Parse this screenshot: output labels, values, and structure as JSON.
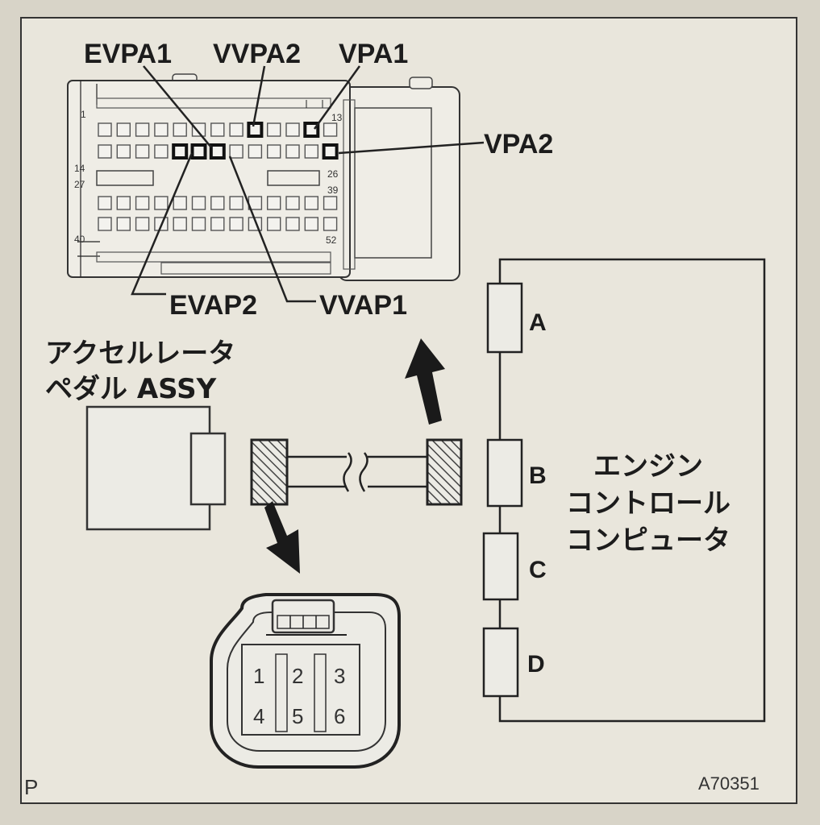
{
  "signals": {
    "evpa1": "EVPA1",
    "vvpa2": "VVPA2",
    "vpa1": "VPA1",
    "vpa2": "VPA2",
    "evap2": "EVAP2",
    "vvap1": "VVAP1"
  },
  "ecu_pin_numbers": {
    "p1": "1",
    "p13": "13",
    "p14": "14",
    "p26": "26",
    "p27": "27",
    "p39": "39",
    "p40": "40",
    "p52": "52"
  },
  "pedal_assy": {
    "line1": "アクセルレータ",
    "line2": "ペダル ASSY"
  },
  "ecu": {
    "line1": "エンジン",
    "line2": "コントロール",
    "line3": "コンピュータ"
  },
  "ecu_connectors": [
    "A",
    "B",
    "C",
    "D"
  ],
  "pedal_terminals": [
    "1",
    "2",
    "3",
    "4",
    "5",
    "6"
  ],
  "footer": {
    "left": "P",
    "right": "A70351"
  },
  "colors": {
    "background": "#d8d4c8",
    "panel": "#e9e6dc",
    "ink": "#222222"
  }
}
